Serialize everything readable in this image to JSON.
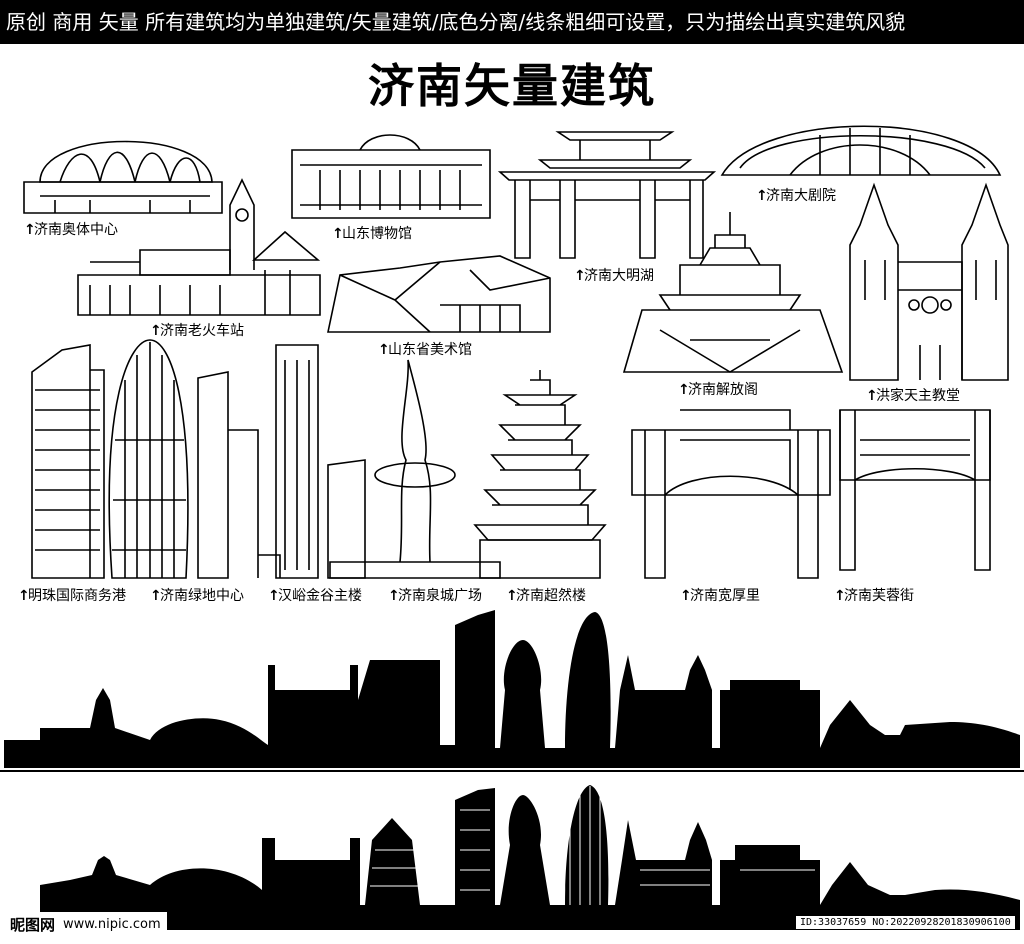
{
  "banner": {
    "text": "原创 商用 矢量 所有建筑均为单独建筑/矢量建筑/底色分离/线条粗细可设置，只为描绘出真实建筑风貌"
  },
  "title": "济南矢量建筑",
  "labels": {
    "olympic": "济南奥体中心",
    "museum": "山东博物馆",
    "daminghu": "济南大明湖",
    "theater": "济南大剧院",
    "railway": "济南老火车站",
    "art": "山东省美术馆",
    "jiefangge": "济南解放阁",
    "church": "洪家天主教堂",
    "mingzhu": "明珠国际商务港",
    "greenland": "济南绿地中心",
    "hanyu": "汉峪金谷主楼",
    "quancheng": "济南泉城广场",
    "chaoran": "济南超然楼",
    "kuanhouli": "济南宽厚里",
    "furong": "济南芙蓉街"
  },
  "arrow_glyph": "↑",
  "watermark": {
    "site": "昵图网",
    "url": "www.nipic.com",
    "id": "ID:33037659 NO:20220928201830906100"
  }
}
